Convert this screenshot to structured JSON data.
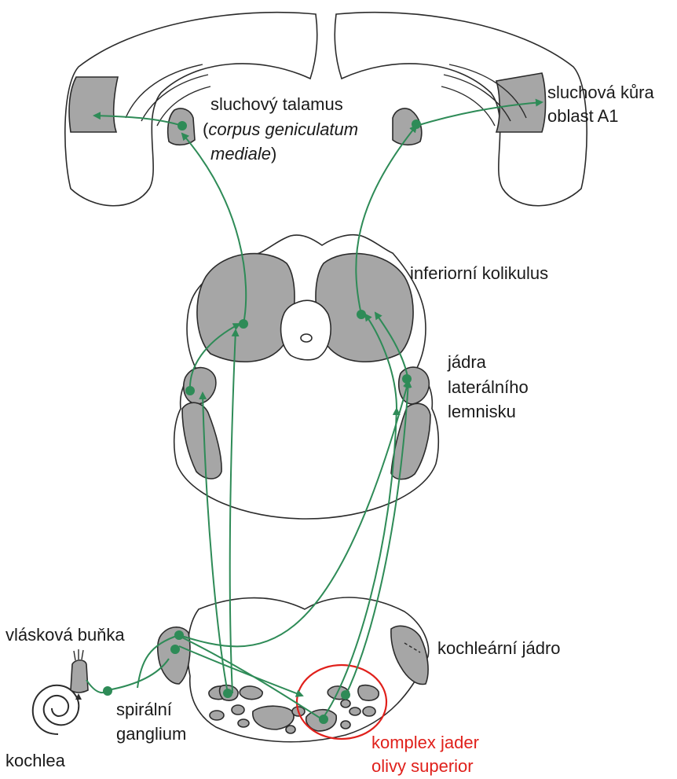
{
  "colors": {
    "pathway": "#2e8b57",
    "nucleus_fill": "#a6a6a6",
    "highlight": "#e0201b",
    "outline": "#2b2b2b"
  },
  "labels": {
    "auditory_cortex_line1": "sluchová kůra",
    "auditory_cortex_line2": "oblast A1",
    "thalamus_line1": "sluchový talamus",
    "thalamus_line2_open": "(",
    "thalamus_line2_italic": "corpus geniculatum",
    "thalamus_line3_italic": "mediale",
    "thalamus_line3_close": ")",
    "inferior_colliculus": "inferiorní kolikulus",
    "lemniscus_line1": "jádra",
    "lemniscus_line2": "laterálního",
    "lemniscus_line3": "lemnisku",
    "hair_cell": "vlásková buňka",
    "cochlear_nucleus": "kochleární jádro",
    "spiral_ganglion_line1": "spirální",
    "spiral_ganglion_line2": "ganglium",
    "cochlea": "kochlea",
    "olive_line1": "komplex jader",
    "olive_line2": "olivy superior"
  }
}
